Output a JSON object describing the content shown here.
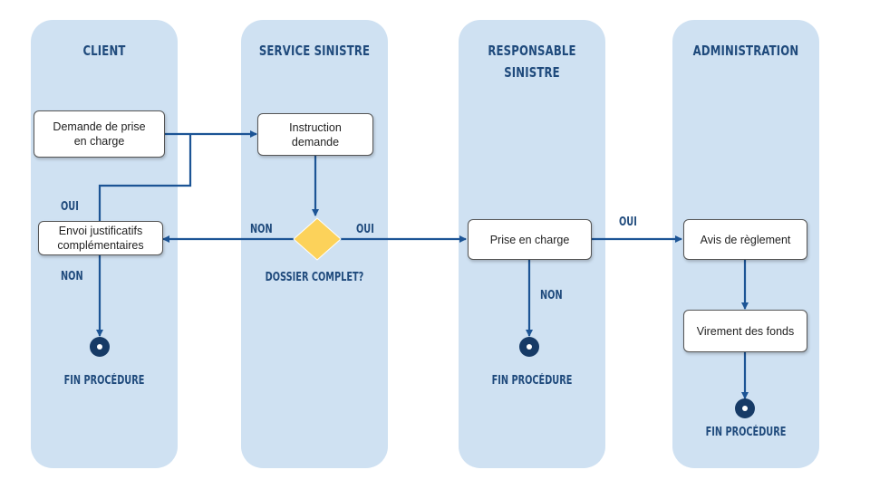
{
  "lanes": [
    {
      "title": "CLIENT"
    },
    {
      "title": "SERVICE SINISTRE"
    },
    {
      "title": "RESPONSABLE\nSINISTRE"
    },
    {
      "title": "ADMINISTRATION"
    }
  ],
  "nodes": {
    "demande": "Demande de prise\nen charge",
    "instruction": "Instruction\ndemande",
    "envoi": "Envoi justificatifs\ncomplémentaires",
    "prise": "Prise en charge",
    "avis": "Avis de règlement",
    "virement": "Virement des fonds"
  },
  "decision": {
    "label": "DOSSIER COMPLET?"
  },
  "edge_labels": {
    "non_decision": "NON",
    "oui_decision": "OUI",
    "oui_client": "OUI",
    "non_client": "NON",
    "non_responsable": "NON",
    "oui_responsable": "OUI"
  },
  "ends": {
    "client": "FIN PROCÉDURE",
    "responsable": "FIN PROCÉDURE",
    "administration": "FIN PROCÉDURE"
  },
  "colors": {
    "lane_fill": "#cfe1f2",
    "title_text": "#1f4a7c",
    "arrow": "#1c5495",
    "decision_fill": "#fcd25a",
    "end_node": "#163a66"
  }
}
